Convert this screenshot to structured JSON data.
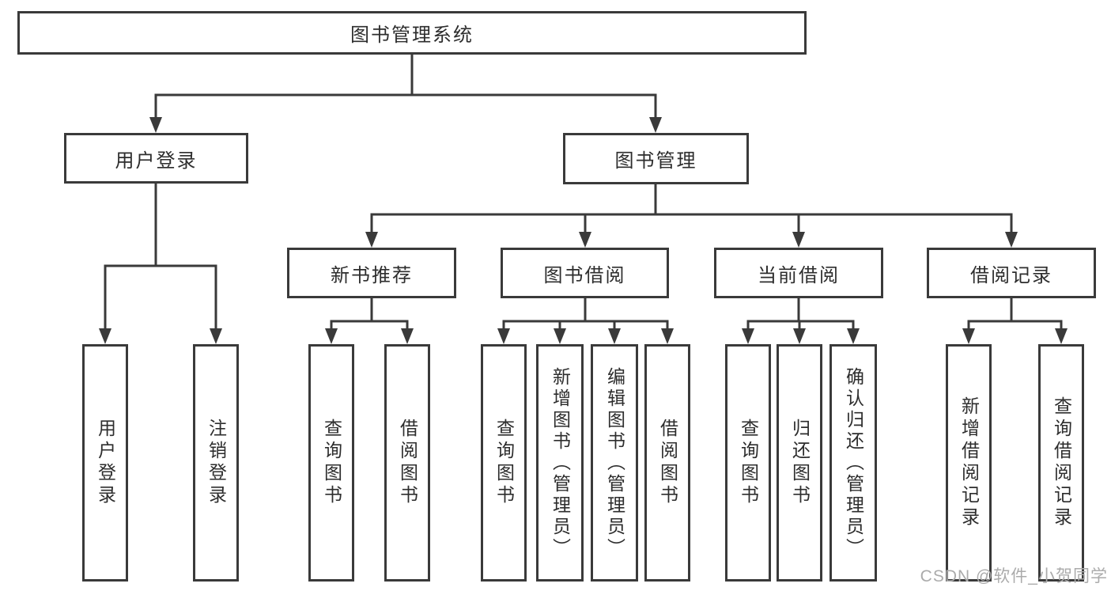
{
  "diagram": {
    "title": "图书管理系统",
    "branches": [
      {
        "label": "用户登录",
        "children": [
          "用户登录",
          "注销登录"
        ]
      },
      {
        "label": "图书管理",
        "modules": [
          {
            "label": "新书推荐",
            "children": [
              "查询图书",
              "借阅图书"
            ]
          },
          {
            "label": "图书借阅",
            "children": [
              "查询图书",
              "新增图书（管理员）",
              "编辑图书（管理员）",
              "借阅图书"
            ]
          },
          {
            "label": "当前借阅",
            "children": [
              "查询图书",
              "归还图书",
              "确认归还（管理员）"
            ]
          },
          {
            "label": "借阅记录",
            "children": [
              "新增借阅记录",
              "查询借阅记录"
            ]
          }
        ]
      }
    ]
  },
  "watermark": "CSDN @软件_小贺同学",
  "colors": {
    "line": "#3a3a3a",
    "text": "#2d2d2d",
    "watermark": "#ababab",
    "background": "#ffffff"
  }
}
